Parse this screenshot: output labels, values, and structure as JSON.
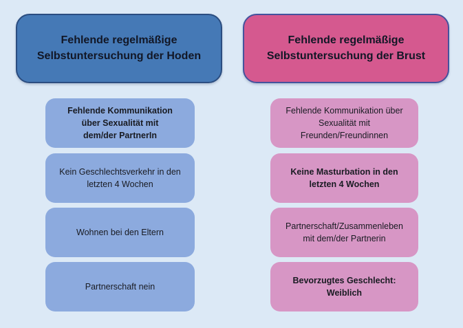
{
  "title": "Fehlende Selbstuntersuchung — Einflussfaktoren Diagramm",
  "colors": {
    "background": "#dce9f6",
    "left_header_fill": "#4579b6",
    "left_header_border": "#2b4d80",
    "left_item_fill": "#8caade",
    "right_header_fill": "#d5598f",
    "right_header_border": "#44529d",
    "right_item_fill": "#d796c5",
    "header_text": "#121726",
    "item_text": "#191b22"
  },
  "columns": [
    {
      "id": "hoden",
      "header": "Fehlende regelmäßige\nSelbstuntersuchung der Hoden",
      "items": [
        {
          "label": "Fehlende Kommunikation\nüber Sexualität mit\ndem/der PartnerIn",
          "bold": true
        },
        {
          "label": "Kein Geschlechtsverkehr in den\nletzten 4 Wochen",
          "bold": false
        },
        {
          "label": "Wohnen bei den Eltern",
          "bold": false
        },
        {
          "label": "Partnerschaft nein",
          "bold": false
        }
      ]
    },
    {
      "id": "brust",
      "header": "Fehlende regelmäßige\nSelbstuntersuchung der Brust",
      "items": [
        {
          "label": "Fehlende Kommunikation über\nSexualität mit\nFreunden/Freundinnen",
          "bold": false
        },
        {
          "label": "Keine Masturbation in den\nletzten 4 Wochen",
          "bold": true
        },
        {
          "label": "Partnerschaft/Zusammenleben\nmit dem/der Partnerin",
          "bold": false
        },
        {
          "label": "Bevorzugtes Geschlecht:\nWeiblich",
          "bold": true
        }
      ]
    }
  ]
}
